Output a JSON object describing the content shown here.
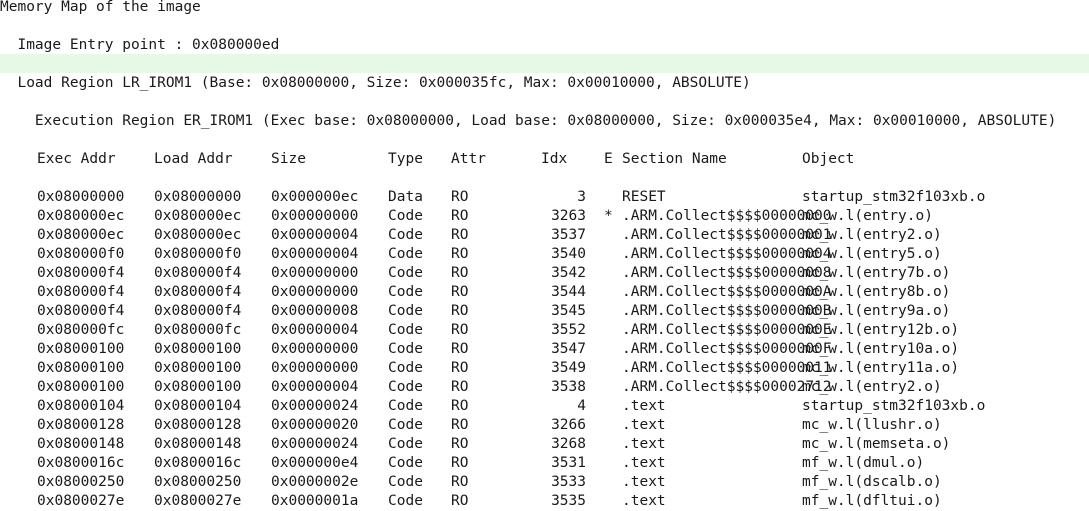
{
  "title": "Memory Map of the image",
  "entry_point": "  Image Entry point : 0x080000ed",
  "load_region": "  Load Region LR_IROM1 (Base: 0x08000000, Size: 0x000035fc, Max: 0x00010000, ABSOLUTE)",
  "exec_region": "    Execution Region ER_IROM1 (Exec base: 0x08000000, Load base: 0x08000000, Size: 0x000035e4, Max: 0x00010000, ABSOLUTE)",
  "columns": {
    "exec_addr": "Exec Addr",
    "load_addr": "Load Addr",
    "size": "Size",
    "type": "Type",
    "attr": "Attr",
    "idx": "Idx",
    "e": "E",
    "section": "Section Name",
    "object": "Object"
  },
  "rows": [
    {
      "exec": "0x08000000",
      "load": "0x08000000",
      "size": "0x000000ec",
      "type": "Data",
      "attr": "RO",
      "idx": "3",
      "e": "",
      "section": "RESET",
      "object": "startup_stm32f103xb.o"
    },
    {
      "exec": "0x080000ec",
      "load": "0x080000ec",
      "size": "0x00000000",
      "type": "Code",
      "attr": "RO",
      "idx": "3263",
      "e": "*",
      "section": ".ARM.Collect$$$$00000000",
      "object": "mc_w.l(entry.o)"
    },
    {
      "exec": "0x080000ec",
      "load": "0x080000ec",
      "size": "0x00000004",
      "type": "Code",
      "attr": "RO",
      "idx": "3537",
      "e": "",
      "section": ".ARM.Collect$$$$00000001",
      "object": "mc_w.l(entry2.o)"
    },
    {
      "exec": "0x080000f0",
      "load": "0x080000f0",
      "size": "0x00000004",
      "type": "Code",
      "attr": "RO",
      "idx": "3540",
      "e": "",
      "section": ".ARM.Collect$$$$00000004",
      "object": "mc_w.l(entry5.o)"
    },
    {
      "exec": "0x080000f4",
      "load": "0x080000f4",
      "size": "0x00000000",
      "type": "Code",
      "attr": "RO",
      "idx": "3542",
      "e": "",
      "section": ".ARM.Collect$$$$00000008",
      "object": "mc_w.l(entry7b.o)"
    },
    {
      "exec": "0x080000f4",
      "load": "0x080000f4",
      "size": "0x00000000",
      "type": "Code",
      "attr": "RO",
      "idx": "3544",
      "e": "",
      "section": ".ARM.Collect$$$$0000000A",
      "object": "mc_w.l(entry8b.o)"
    },
    {
      "exec": "0x080000f4",
      "load": "0x080000f4",
      "size": "0x00000008",
      "type": "Code",
      "attr": "RO",
      "idx": "3545",
      "e": "",
      "section": ".ARM.Collect$$$$0000000B",
      "object": "mc_w.l(entry9a.o)"
    },
    {
      "exec": "0x080000fc",
      "load": "0x080000fc",
      "size": "0x00000004",
      "type": "Code",
      "attr": "RO",
      "idx": "3552",
      "e": "",
      "section": ".ARM.Collect$$$$0000000E",
      "object": "mc_w.l(entry12b.o)"
    },
    {
      "exec": "0x08000100",
      "load": "0x08000100",
      "size": "0x00000000",
      "type": "Code",
      "attr": "RO",
      "idx": "3547",
      "e": "",
      "section": ".ARM.Collect$$$$0000000F",
      "object": "mc_w.l(entry10a.o)"
    },
    {
      "exec": "0x08000100",
      "load": "0x08000100",
      "size": "0x00000000",
      "type": "Code",
      "attr": "RO",
      "idx": "3549",
      "e": "",
      "section": ".ARM.Collect$$$$00000011",
      "object": "mc_w.l(entry11a.o)"
    },
    {
      "exec": "0x08000100",
      "load": "0x08000100",
      "size": "0x00000004",
      "type": "Code",
      "attr": "RO",
      "idx": "3538",
      "e": "",
      "section": ".ARM.Collect$$$$00002712",
      "object": "mc_w.l(entry2.o)"
    },
    {
      "exec": "0x08000104",
      "load": "0x08000104",
      "size": "0x00000024",
      "type": "Code",
      "attr": "RO",
      "idx": "4",
      "e": "",
      "section": ".text",
      "object": "startup_stm32f103xb.o"
    },
    {
      "exec": "0x08000128",
      "load": "0x08000128",
      "size": "0x00000020",
      "type": "Code",
      "attr": "RO",
      "idx": "3266",
      "e": "",
      "section": ".text",
      "object": "mc_w.l(llushr.o)"
    },
    {
      "exec": "0x08000148",
      "load": "0x08000148",
      "size": "0x00000024",
      "type": "Code",
      "attr": "RO",
      "idx": "3268",
      "e": "",
      "section": ".text",
      "object": "mc_w.l(memseta.o)"
    },
    {
      "exec": "0x0800016c",
      "load": "0x0800016c",
      "size": "0x000000e4",
      "type": "Code",
      "attr": "RO",
      "idx": "3531",
      "e": "",
      "section": ".text",
      "object": "mf_w.l(dmul.o)"
    },
    {
      "exec": "0x08000250",
      "load": "0x08000250",
      "size": "0x0000002e",
      "type": "Code",
      "attr": "RO",
      "idx": "3533",
      "e": "",
      "section": ".text",
      "object": "mf_w.l(dscalb.o)"
    },
    {
      "exec": "0x0800027e",
      "load": "0x0800027e",
      "size": "0x0000001a",
      "type": "Code",
      "attr": "RO",
      "idx": "3535",
      "e": "",
      "section": ".text",
      "object": "mf_w.l(dfltui.o)"
    }
  ]
}
